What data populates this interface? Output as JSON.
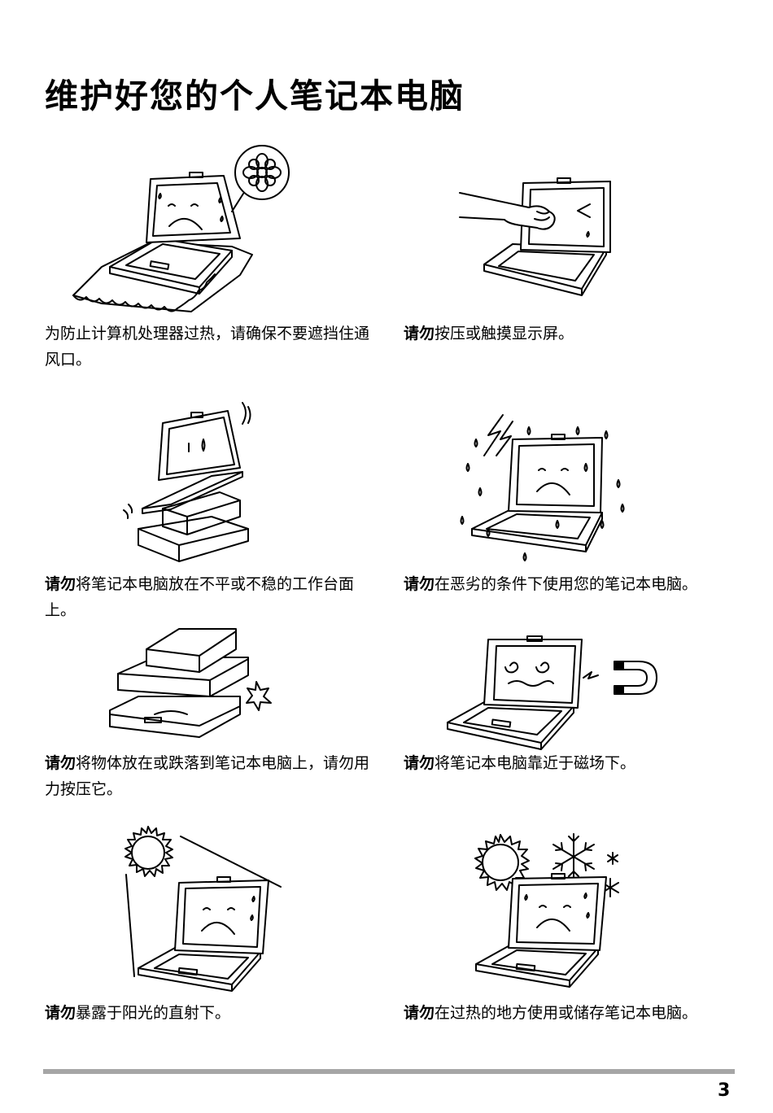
{
  "page_title": "维护好您的个人笔记本电脑",
  "tips": [
    {
      "prefix": "",
      "text": "为防止计算机处理器过热，请确保不要遮挡住通风口。"
    },
    {
      "prefix": "请勿",
      "text": "按压或触摸显示屏。"
    },
    {
      "prefix": "请勿",
      "text": "将笔记本电脑放在不平或不稳的工作台面上。"
    },
    {
      "prefix": "请勿",
      "text": "在恶劣的条件下使用您的笔记本电脑。"
    },
    {
      "prefix": "请勿",
      "text": "将物体放在或跌落到笔记本电脑上，请勿用力按压它。"
    },
    {
      "prefix": "请勿",
      "text": "将笔记本电脑靠近于磁场下。"
    },
    {
      "prefix": "请勿",
      "text": "暴露于阳光的直射下。"
    },
    {
      "prefix": "请勿",
      "text": "在过热的地方使用或储存笔记本电脑。"
    }
  ],
  "page_number": "3",
  "icons": [
    "fan-icon",
    "hand-icon",
    "lightning-icon",
    "magnet-icon",
    "sun-icon",
    "snowflake-icon",
    "star-burst-icon"
  ]
}
